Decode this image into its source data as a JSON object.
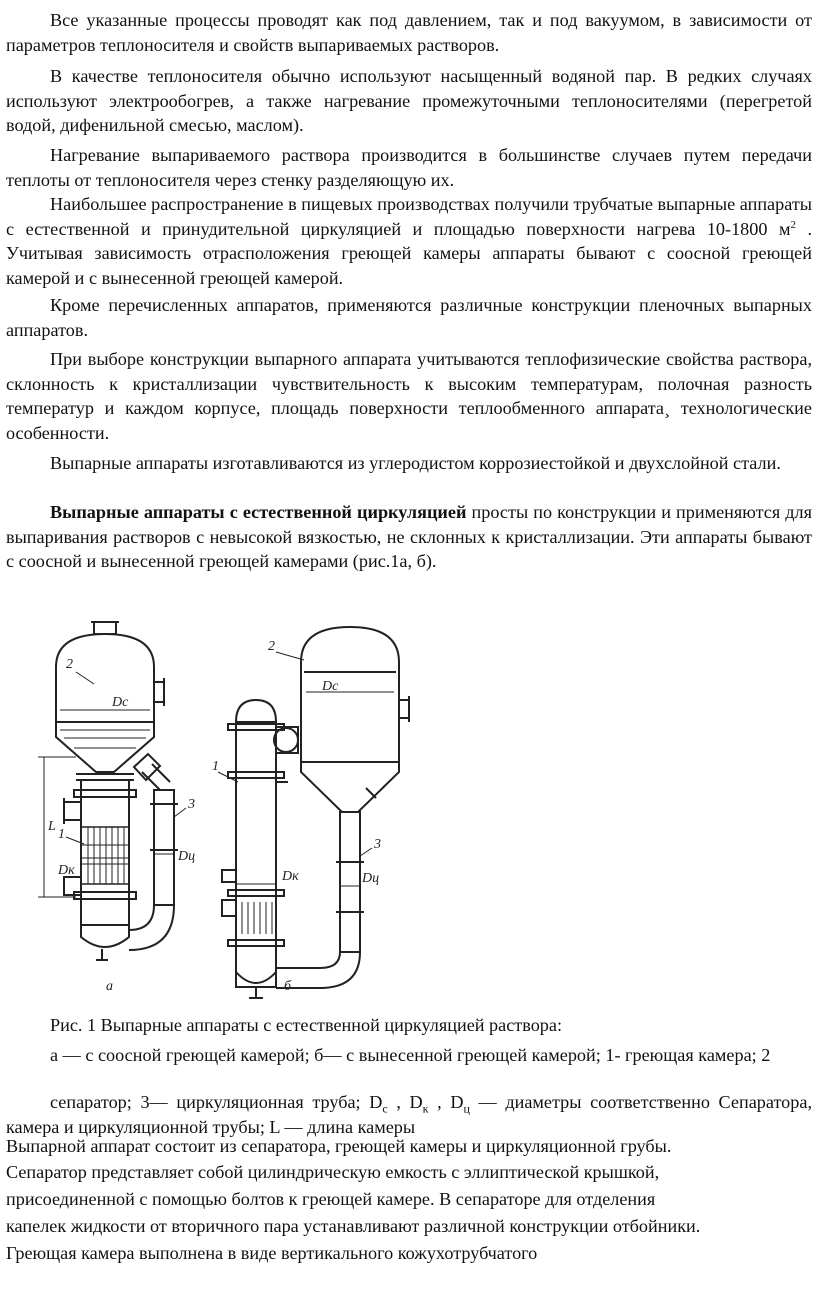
{
  "paragraphs": {
    "p1": "Все указанные процессы проводят как под давлением, так и под вакуумом, в зависимости от параметров теплоносителя и свойств выпариваемых растворов.",
    "p2": "В качестве теплоносителя обычно используют насыщенный водяной пар. В редких случаях используют электрообогрев, а также нагревание промежуточными теплоносителями (перегретой водой, дифенильной смесью, маслом).",
    "p3": "Нагревание выпариваемого раствора производится в большинстве случаев путем передачи теплоты от теплоносителя через стенку разделяющую их.",
    "p4a": "Наибольшее распространение в пищевых производствах получили трубчатые выпарные аппараты с естественной и принудительной циркуляцией и площадью поверхности нагрева 10-1800 м",
    "p4sup": "2",
    "p4b": " . Учитывая зависимость отрасположения греющей камеры аппараты бывают с соосной греющей камерой и с вынесенной греющей камерой.",
    "p5": "Кроме перечисленных аппаратов, применяются различные конструкции пленочных выпарных аппаратов.",
    "p6": "При выборе конструкции выпарного аппарата учитываются теплофизические свойства раствора, склонность к кристаллизации чувствительность к высоким температурам, полочная разность температур и каждом корпусе, площадь поверхности теплообменного аппарата¸ технологические особенности.",
    "p7": "Выпарные аппараты изготавливаются из углеродистом коррозиестойкой и двухслойной стали.",
    "p8bold": "Выпарные аппараты с естественной циркуляцией",
    "p8": " просты по конструкции и применяются для выпаривания растворов с невысокой вязкостью, не склонных к кристаллизации. Эти аппараты бывают с соосной и вынесенной греющей камерами (рис.1а, б)."
  },
  "figure": {
    "labels_a": [
      "2",
      "Dc",
      "L",
      "1",
      "3",
      "Dк",
      "Dц",
      "а"
    ],
    "labels_b": [
      "2",
      "Dc",
      "1",
      "3",
      "Dк",
      "Dц",
      "б"
    ]
  },
  "caption": {
    "title": "Рис. 1 Выпарные аппараты с естественной циркуляцией раствора:",
    "line1": "а — с соосной греющей камерой; б— с вынесенной греющей камерой; 1- греющая камера; 2",
    "line2a": "сепаратор; 3— циркуляционная труба; D",
    "sub_c": "c",
    "line2b": " , D",
    "sub_k": "к",
    "line2c": " , D",
    "sub_ts": "ц",
    "line2d": " — диаметры соответственно Сепаратора, камера и циркуляционной трубы; L — длина камеры"
  },
  "tail": [
    "Выпарной аппарат состоит из сепаратора, греющей камеры и циркуляционной грубы.",
    "Сепаратор представляет собой цилиндрическую емкость с эллиптической крышкой,",
    "присоединенной с помощью болтов к греющей камере. В сепараторе для отделения",
    "капелек жидкости от вторичного пара устанавливают различной конструкции отбойники.",
    "Греющая камера выполнена в виде вертикального кожухотрубчатого"
  ]
}
